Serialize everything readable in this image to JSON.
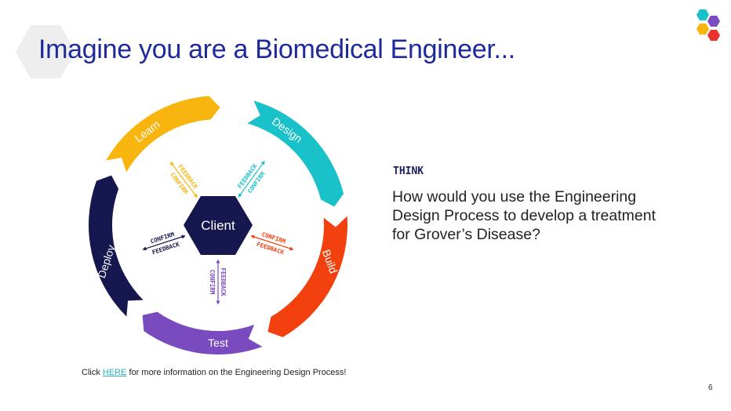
{
  "title": "Imagine you are a Biomedical Engineer...",
  "diagram": {
    "center": "Client",
    "stages": [
      {
        "label": "Design",
        "color": "#19c1c9"
      },
      {
        "label": "Build",
        "color": "#f2400f"
      },
      {
        "label": "Test",
        "color": "#7a4bbf"
      },
      {
        "label": "Deploy",
        "color": "#17174f"
      },
      {
        "label": "Learn",
        "color": "#f9b50f"
      }
    ],
    "arrow_labels": {
      "confirm": "CONFIRM",
      "feedback": "FEEDBACK"
    },
    "center_color": "#17174f"
  },
  "think": {
    "label": "THINK",
    "question_lines": [
      "How would you use the Engineering",
      "Design Process to develop a treatment",
      "for Grover’s Disease?"
    ]
  },
  "footer": {
    "prefix": "Click ",
    "link": "HERE",
    "suffix": " for more information on the Engineering Design Process!"
  },
  "page_number": "6"
}
